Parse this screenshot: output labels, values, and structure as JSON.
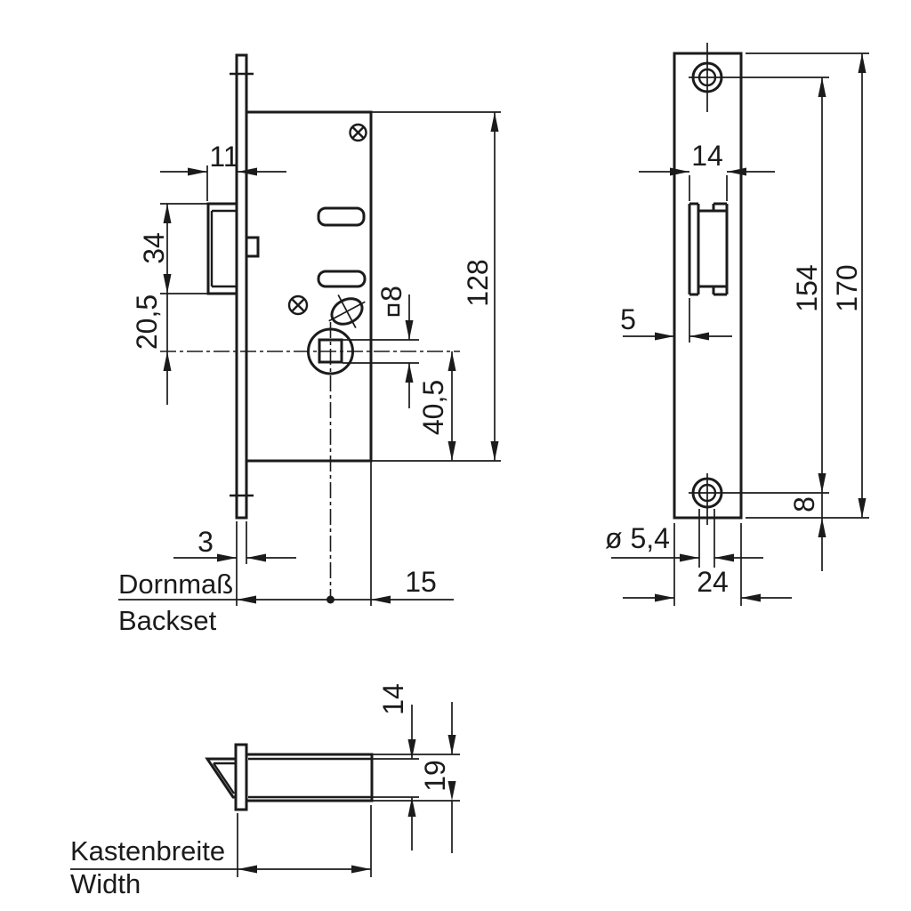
{
  "drawing": {
    "type": "mortise-lock dimensional drawing",
    "colors": {
      "line": "#1b1b1b",
      "background": "#ffffff"
    }
  },
  "side_view": {
    "protrusion": "11",
    "bolt_height": "34",
    "bolt_to_center": "20,5",
    "spindle_square": "8",
    "center_to_bottom": "40,5",
    "case_height": "128",
    "plate_thickness": "3",
    "center_to_edge": "15",
    "backset_label_de": "Dornmaß",
    "backset_label_en": "Backset"
  },
  "front_view": {
    "cutout_width": "14",
    "cutout_offset": "5",
    "screw_spacing": "154",
    "plate_height": "170",
    "screw_edge_offset": "8",
    "hole_diameter": "ø 5,4",
    "plate_width": "24"
  },
  "bottom_view": {
    "latch_width": "14",
    "case_depth": "19",
    "width_label_de": "Kastenbreite",
    "width_label_en": "Width"
  }
}
